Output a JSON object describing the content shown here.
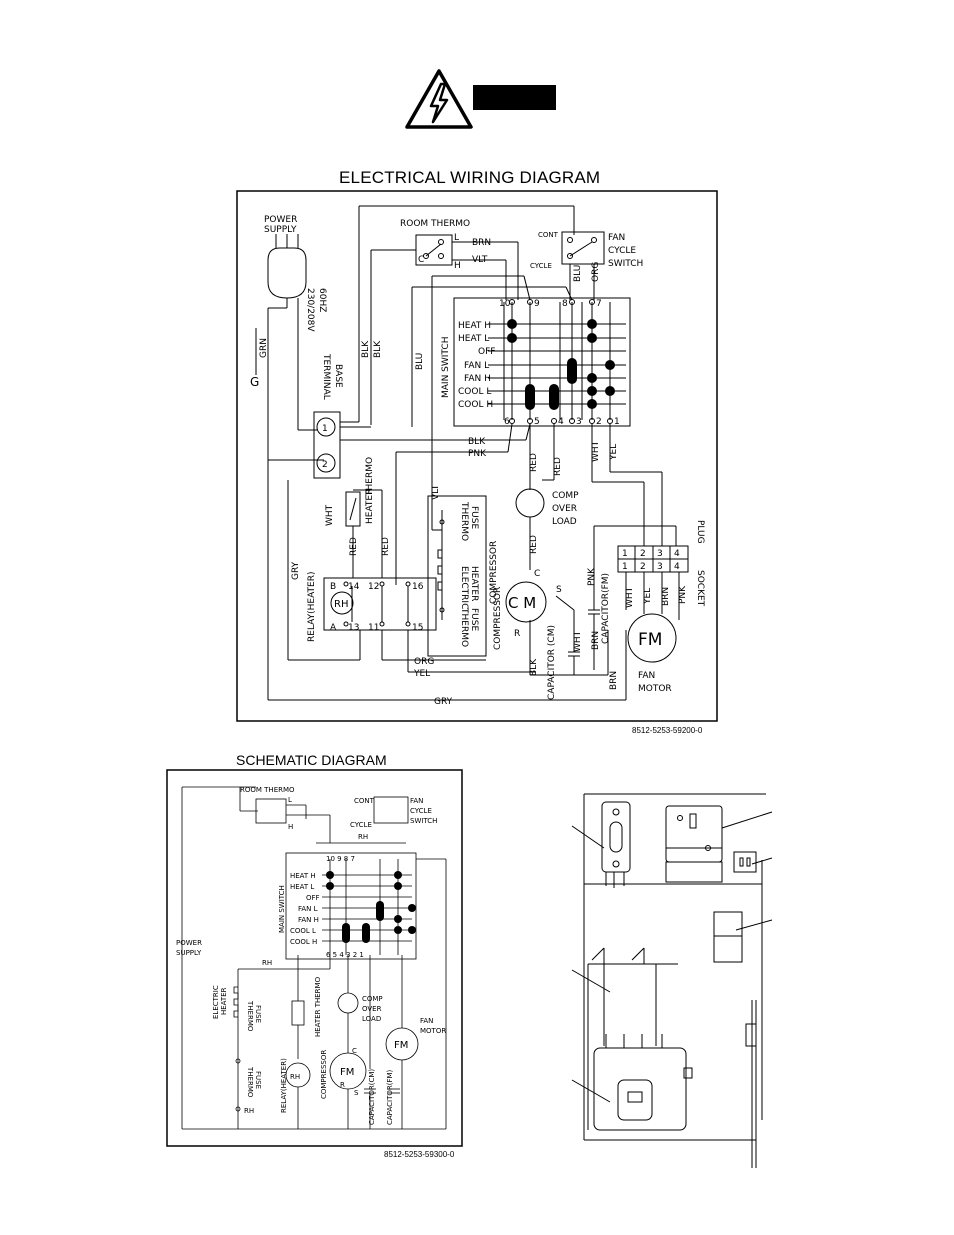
{
  "warning": {
    "icon": "high-voltage-warning-icon",
    "banner_label": ""
  },
  "wiring": {
    "title": "ELECTRICAL WIRING DIAGRAM",
    "part_number": "8512-5253-59200-0",
    "labels": {
      "power_supply_1": "POWER",
      "power_supply_2": "SUPPLY",
      "voltage": "230/208V",
      "hz": "60HZ",
      "grn": "GRN",
      "ground": "G",
      "terminal_base_1": "TERMINAL",
      "terminal_base_2": "BASE",
      "room_thermo": "ROOM THERMO",
      "thermo_l": "L",
      "thermo_c": "C",
      "thermo_h": "H",
      "brn": "BRN",
      "vlt": "VLT",
      "blk": "BLK",
      "blu": "BLU",
      "org": "ORG",
      "pnk": "PNK",
      "red": "RED",
      "wht": "WHT",
      "yel": "YEL",
      "gry": "GRY",
      "cont": "CONT",
      "cycle": "CYCLE",
      "fan_cycle_switch_1": "FAN",
      "fan_cycle_switch_2": "CYCLE",
      "fan_cycle_switch_3": "SWITCH",
      "main_switch": "MAIN SWITCH",
      "heat_h": "HEAT H",
      "heat_l": "HEAT L",
      "off": "OFF",
      "fan_l": "FAN L",
      "fan_h": "FAN H",
      "cool_l": "COOL L",
      "cool_h": "COOL H",
      "comp_overload_1": "COMP",
      "comp_overload_2": "OVER",
      "comp_overload_3": "LOAD",
      "compressor": "COMPRESSOR",
      "cm": "C M",
      "fm": "FM",
      "fan_motor_1": "FAN",
      "fan_motor_2": "MOTOR",
      "plug": "PLUG",
      "socket": "SOCKET",
      "capacitor_fm": "CAPACITOR(FM)",
      "capacitor_cm": "CAPACITOR (CM)",
      "relay_heater": "RELAY(HEATER)",
      "rh": "RH",
      "heater_thermo_1": "HEATER",
      "heater_thermo_2": "THERMO",
      "electric_heater_1": "ELECTRIC",
      "electric_heater_2": "HEATER",
      "thermo_fuse_1": "THERMO",
      "thermo_fuse_2": "FUSE",
      "terminal_1": "1",
      "terminal_2": "2",
      "c": "C",
      "s": "S",
      "r": "R",
      "b": "B",
      "a": "A"
    },
    "switch_top_numbers": [
      "10",
      "9",
      "8",
      "7"
    ],
    "switch_bottom_numbers": [
      "6",
      "5",
      "4",
      "3",
      "2",
      "1"
    ],
    "relay_numbers": [
      "14",
      "12",
      "16",
      "13",
      "11",
      "15"
    ],
    "plug_numbers": [
      "1",
      "2",
      "3",
      "4"
    ]
  },
  "schematic": {
    "title": "SCHEMATIC DIAGRAM",
    "part_number": "8512-5253-59300-0",
    "labels": {
      "room_thermo": "ROOM THERMO",
      "power_supply_1": "POWER",
      "power_supply_2": "SUPPLY",
      "rh": "RH",
      "thermo_fuse_1": "THERMO",
      "thermo_fuse_2": "FUSE",
      "electric_heater_1": "ELECTRIC",
      "electric_heater_2": "HEATER",
      "heater_thermo": "HEATER THERMO",
      "relay_heater": "RELAY(HEATER)",
      "compressor": "COMPRESSOR",
      "capacitor_cm": "CAPACITOR(CM)",
      "capacitor_fm": "CAPACITOR(FM)",
      "comp_overload_1": "COMP",
      "comp_overload_2": "OVER",
      "comp_overload_3": "LOAD",
      "fan_motor_1": "FAN",
      "fan_motor_2": "MOTOR",
      "fm": "FM",
      "main_switch": "MAIN SWITCH",
      "cont": "CONT",
      "cycle": "CYCLE",
      "fan_cycle_1": "FAN",
      "fan_cycle_2": "CYCLE",
      "fan_cycle_3": "SWITCH",
      "heat_h": "HEAT H",
      "heat_l": "HEAT L",
      "off": "OFF",
      "fan_l": "FAN L",
      "fan_h": "FAN H",
      "cool_l": "COOL L",
      "cool_h": "COOL H",
      "top_nums": "10   9    8    7",
      "bottom_nums": "6  5  4  3  2  1",
      "c": "C",
      "s": "S",
      "r": "R",
      "l": "L",
      "h": "H"
    }
  },
  "component_view": {
    "icon": "control-box-layout-illustration"
  }
}
